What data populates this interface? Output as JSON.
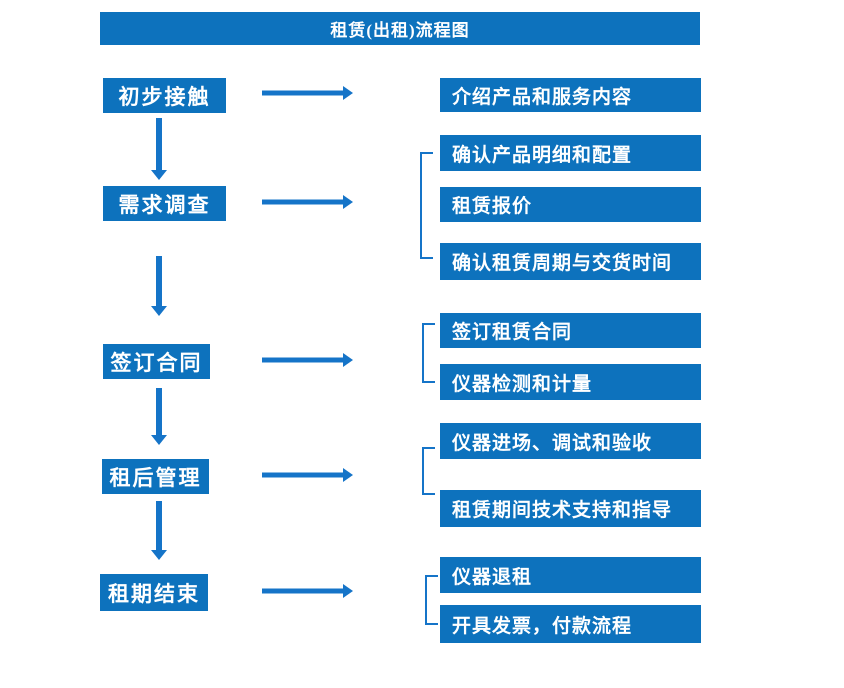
{
  "title": "租赁(出租)流程图",
  "colors": {
    "box_blue": "#0d72bd",
    "arrow_blue": "#1574c8",
    "text_white": "#ffffff"
  },
  "stages": [
    {
      "label": "初步接触",
      "outputs": [
        "介绍产品和服务内容"
      ]
    },
    {
      "label": "需求调查",
      "outputs": [
        "确认产品明细和配置",
        "租赁报价",
        "确认租赁周期与交货时间"
      ]
    },
    {
      "label": "签订合同",
      "outputs": [
        "签订租赁合同",
        "仪器检测和计量"
      ]
    },
    {
      "label": "租后管理",
      "outputs": [
        "仪器进场、调试和验收",
        "租赁期间技术支持和指导"
      ]
    },
    {
      "label": "租期结束",
      "outputs": [
        "仪器退租",
        "开具发票，付款流程"
      ]
    }
  ]
}
